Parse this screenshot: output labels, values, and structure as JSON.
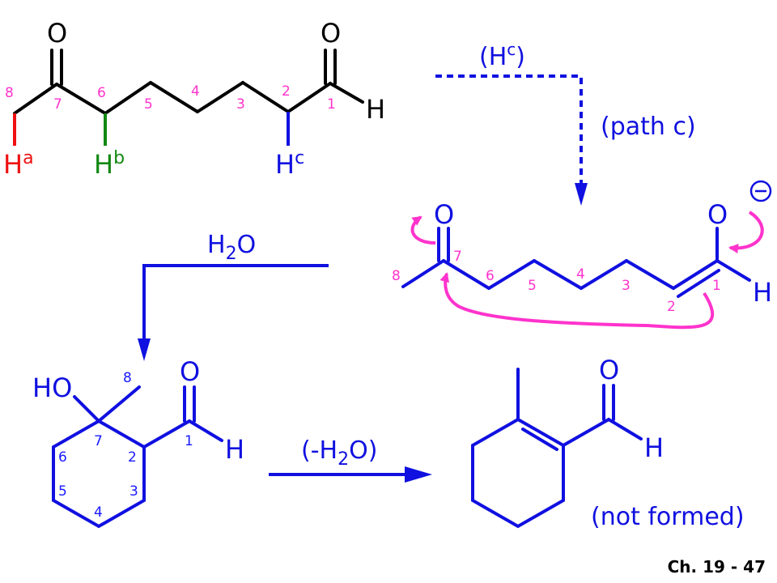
{
  "colors": {
    "black": "#000000",
    "red": "#ee1111",
    "green": "#118811",
    "blue": "#1010e0",
    "magenta": "#ff33cc"
  },
  "atoms": {
    "oxygen": "O",
    "hydrogen": "H",
    "ho": "HO"
  },
  "h_labels": {
    "a_base": "H",
    "a_sup": "a",
    "b_base": "H",
    "b_sup": "b",
    "c_base": "H",
    "c_sup": "c"
  },
  "numbers": [
    "1",
    "2",
    "3",
    "4",
    "5",
    "6",
    "7",
    "8"
  ],
  "labels": {
    "hc_paren": "(H",
    "hc_sup": "c",
    "hc_close": ")",
    "path_c": "(path c)",
    "water_h": "H",
    "water_sub": "2",
    "water_o": "O",
    "minus_water_open": "(-H",
    "minus_water_sub": "2",
    "minus_water_close": "O)",
    "not_formed": "(not formed)",
    "negative_charge": "−"
  },
  "footer": "Ch. 19 - 47"
}
